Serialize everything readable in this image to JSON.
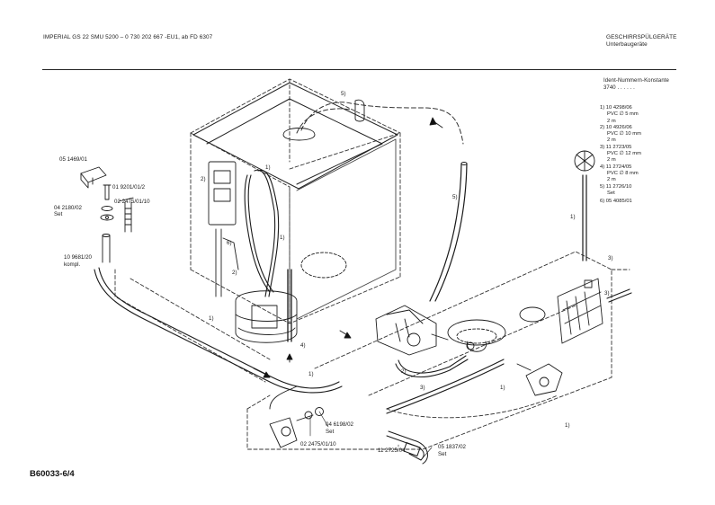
{
  "header": {
    "left_title": "IMPERIAL  GS 22  SMU 5200  –  0 730 202 667  -EU1,  ab FD 6307",
    "right_line1": "GESCHIRRSPÜLGERÄTE",
    "right_line2": "Unterbaugeräte",
    "ident_line1": "Ident-Nummern-Konstante",
    "ident_line2": "3740  . .  . . . ."
  },
  "legend": {
    "items": [
      {
        "num": "1) 10 4298/06",
        "lines": [
          "PVC ∅ 5 mm",
          "2 m"
        ]
      },
      {
        "num": "2) 10 4926/06",
        "lines": [
          "PVC ∅ 10 mm",
          "2 m"
        ]
      },
      {
        "num": "3) 11 2723/05",
        "lines": [
          "PVC ∅ 12 mm",
          "2 m"
        ]
      },
      {
        "num": "4) 11 2724/05",
        "lines": [
          "PVC ∅ 8 mm",
          "2 m"
        ]
      },
      {
        "num": "5) 11 2726/10",
        "lines": [
          "Set"
        ]
      },
      {
        "num": "6) 05 4085/01",
        "lines": []
      }
    ]
  },
  "parts": {
    "p1": "05 1469/01",
    "p2": "01 9201/01/2",
    "p3a": "04 2180/02",
    "p3b": "Set",
    "p4": "02 2475/01/10",
    "p5a": "10 9681/20",
    "p5b": "kompl.",
    "p6a": "04 6198/02",
    "p6b": "Set",
    "p7": "02 2475/01/10",
    "p8": "11 2725/04",
    "p9a": "05 1837/02",
    "p9b": "Set"
  },
  "callouts": {
    "c1": "1)",
    "c2": "2)",
    "c3": "3)",
    "c4": "4)",
    "c5": "5)",
    "c6": "6)"
  },
  "footer": "B60033-6/4"
}
